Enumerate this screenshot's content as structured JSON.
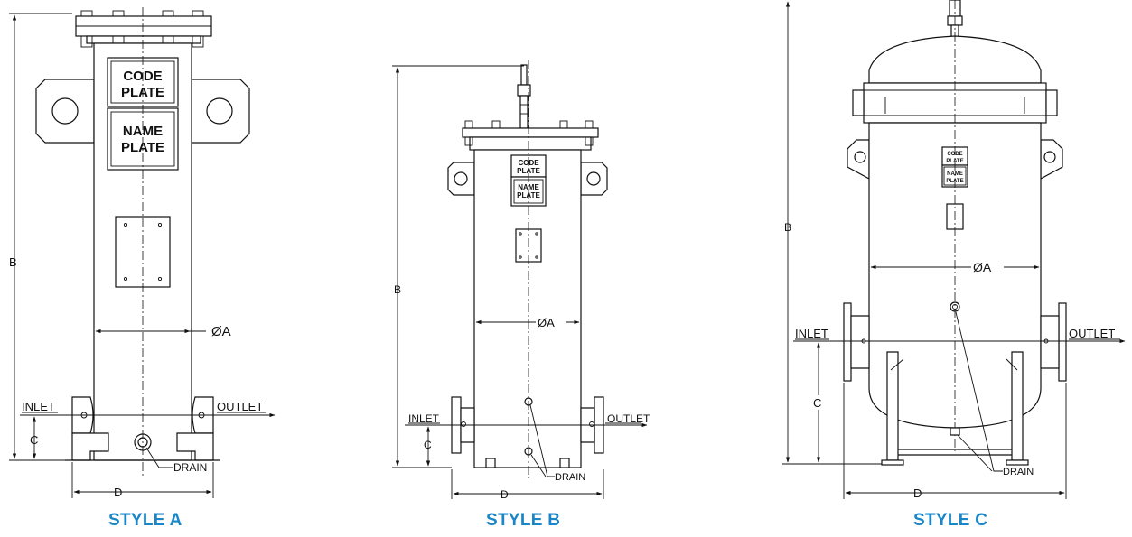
{
  "styles": [
    {
      "caption": "STYLE A",
      "code_plate": [
        "CODE",
        "PLATE"
      ],
      "name_plate": [
        "NAME",
        "PLATE"
      ],
      "dim_diameter": "ØA",
      "dim_height": "B",
      "dim_inlet_height": "C",
      "dim_width": "D",
      "inlet": "INLET",
      "outlet": "OUTLET",
      "drain": "DRAIN"
    },
    {
      "caption": "STYLE B",
      "code_plate": [
        "CODE",
        "PLATE"
      ],
      "name_plate": [
        "NAME",
        "PLATE"
      ],
      "dim_diameter": "ØA",
      "dim_height": "B",
      "dim_inlet_height": "C",
      "dim_width": "D",
      "inlet": "INLET",
      "outlet": "OUTLET",
      "drain": "DRAIN"
    },
    {
      "caption": "STYLE C",
      "code_plate": [
        "CODE",
        "PLATE"
      ],
      "name_plate": [
        "NAME",
        "PLATE"
      ],
      "dim_diameter": "ØA",
      "dim_height": "B",
      "dim_inlet_height": "C",
      "dim_width": "D",
      "inlet": "INLET",
      "outlet": "OUTLET",
      "drain": "DRAIN"
    }
  ],
  "colors": {
    "caption": "#1a86c8",
    "line": "#111111"
  }
}
